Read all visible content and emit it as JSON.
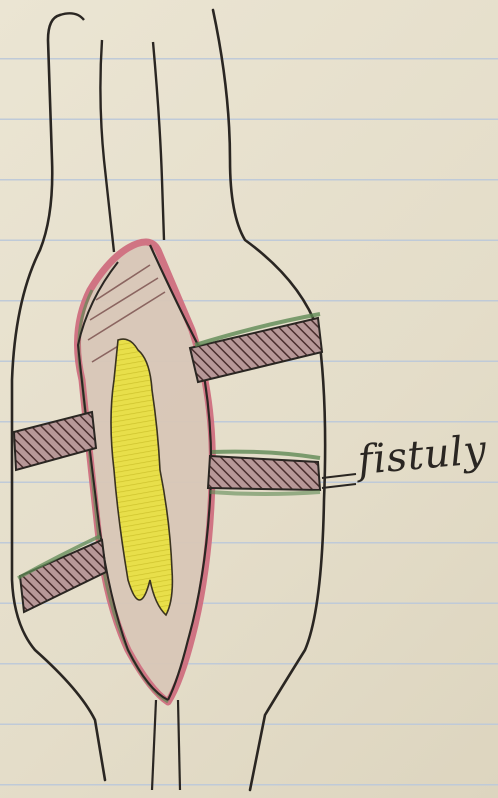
{
  "annotation": {
    "text": "fistuly"
  },
  "colors": {
    "paper": "#e7e1cf",
    "rule_lines": "#bfcad8",
    "ink": "#2a2622",
    "red_pencil": "#cf6f80",
    "green_pencil": "#5f8a55",
    "yellow_pencil": "#e2db3e",
    "hatching": "#5a3a3a"
  },
  "icons": [
    "anatomical-sketch",
    "fistula-tract"
  ]
}
